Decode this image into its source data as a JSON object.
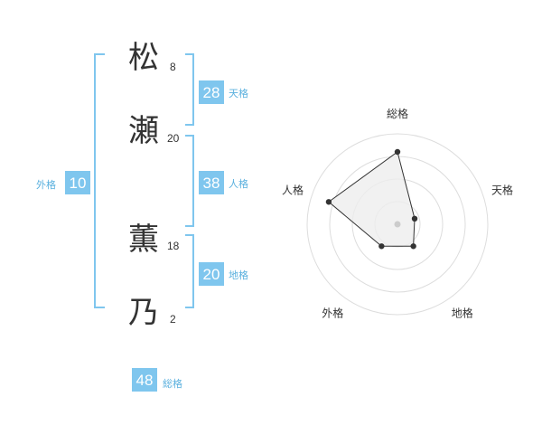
{
  "colors": {
    "accent": "#7fc6ee",
    "accent_text": "#5ab0de",
    "ring": "#dddddd",
    "fill": "#eeeeee",
    "line": "#333333",
    "center_dot": "#cccccc"
  },
  "name": {
    "characters": [
      {
        "char": "松",
        "strokes": "8"
      },
      {
        "char": "瀬",
        "strokes": "20"
      },
      {
        "char": "薫",
        "strokes": "18"
      },
      {
        "char": "乃",
        "strokes": "2"
      }
    ]
  },
  "grades": {
    "tenkaku": {
      "value": "28",
      "label": "天格"
    },
    "jinkaku": {
      "value": "38",
      "label": "人格"
    },
    "chikaku": {
      "value": "20",
      "label": "地格"
    },
    "gaikaku": {
      "value": "10",
      "label": "外格"
    },
    "soukaku": {
      "value": "48",
      "label": "総格"
    }
  },
  "chart_data": {
    "type": "radar",
    "axes": [
      "総格",
      "天格",
      "地格",
      "外格",
      "人格"
    ],
    "values": [
      0.8,
      0.2,
      0.3,
      0.3,
      0.8
    ],
    "scale_max": 1,
    "rings": 4
  }
}
